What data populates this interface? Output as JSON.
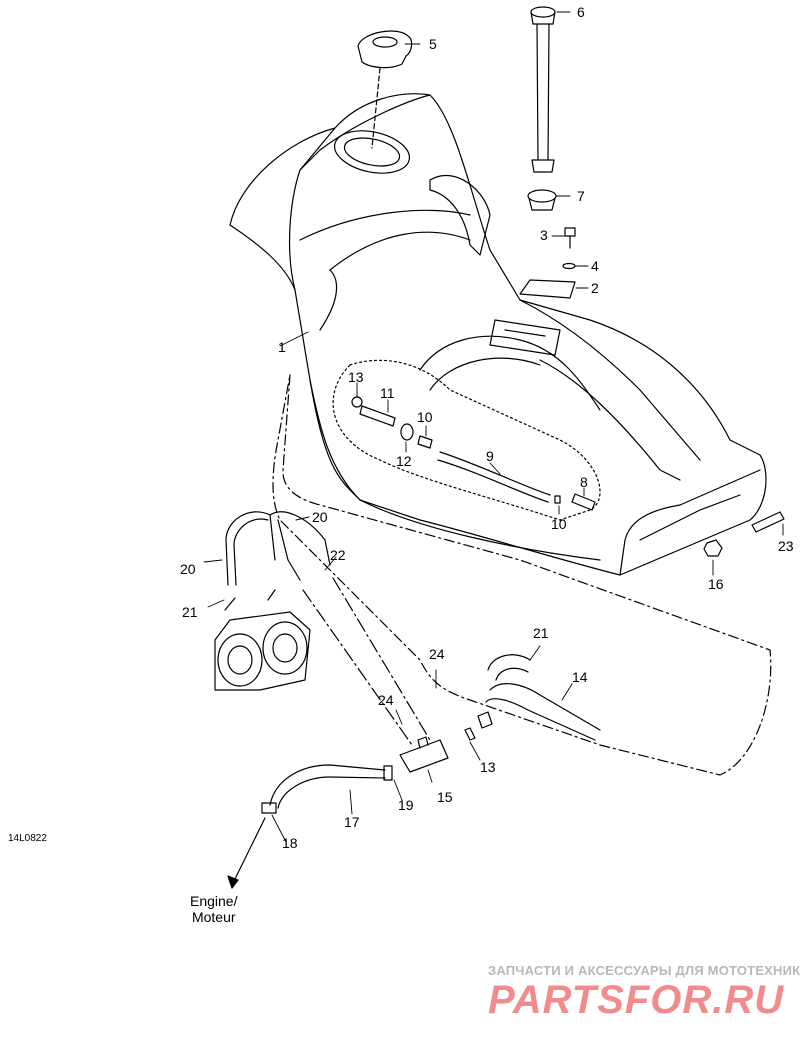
{
  "diagram_code": "14L0822",
  "engine_label": [
    "Engine/",
    "Moteur"
  ],
  "callouts": [
    "1",
    "2",
    "3",
    "4",
    "5",
    "6",
    "7",
    "8",
    "9",
    "10",
    "10",
    "11",
    "12",
    "13",
    "13",
    "14",
    "15",
    "16",
    "17",
    "18",
    "19",
    "20",
    "20",
    "21",
    "21",
    "22",
    "23",
    "24",
    "24"
  ],
  "watermark": {
    "tagline": "ЗАПЧАСТИ И АКСЕССУАРЫ ДЛЯ МОТОТЕХНИКИ",
    "logo": "PARTSFOR.RU"
  }
}
